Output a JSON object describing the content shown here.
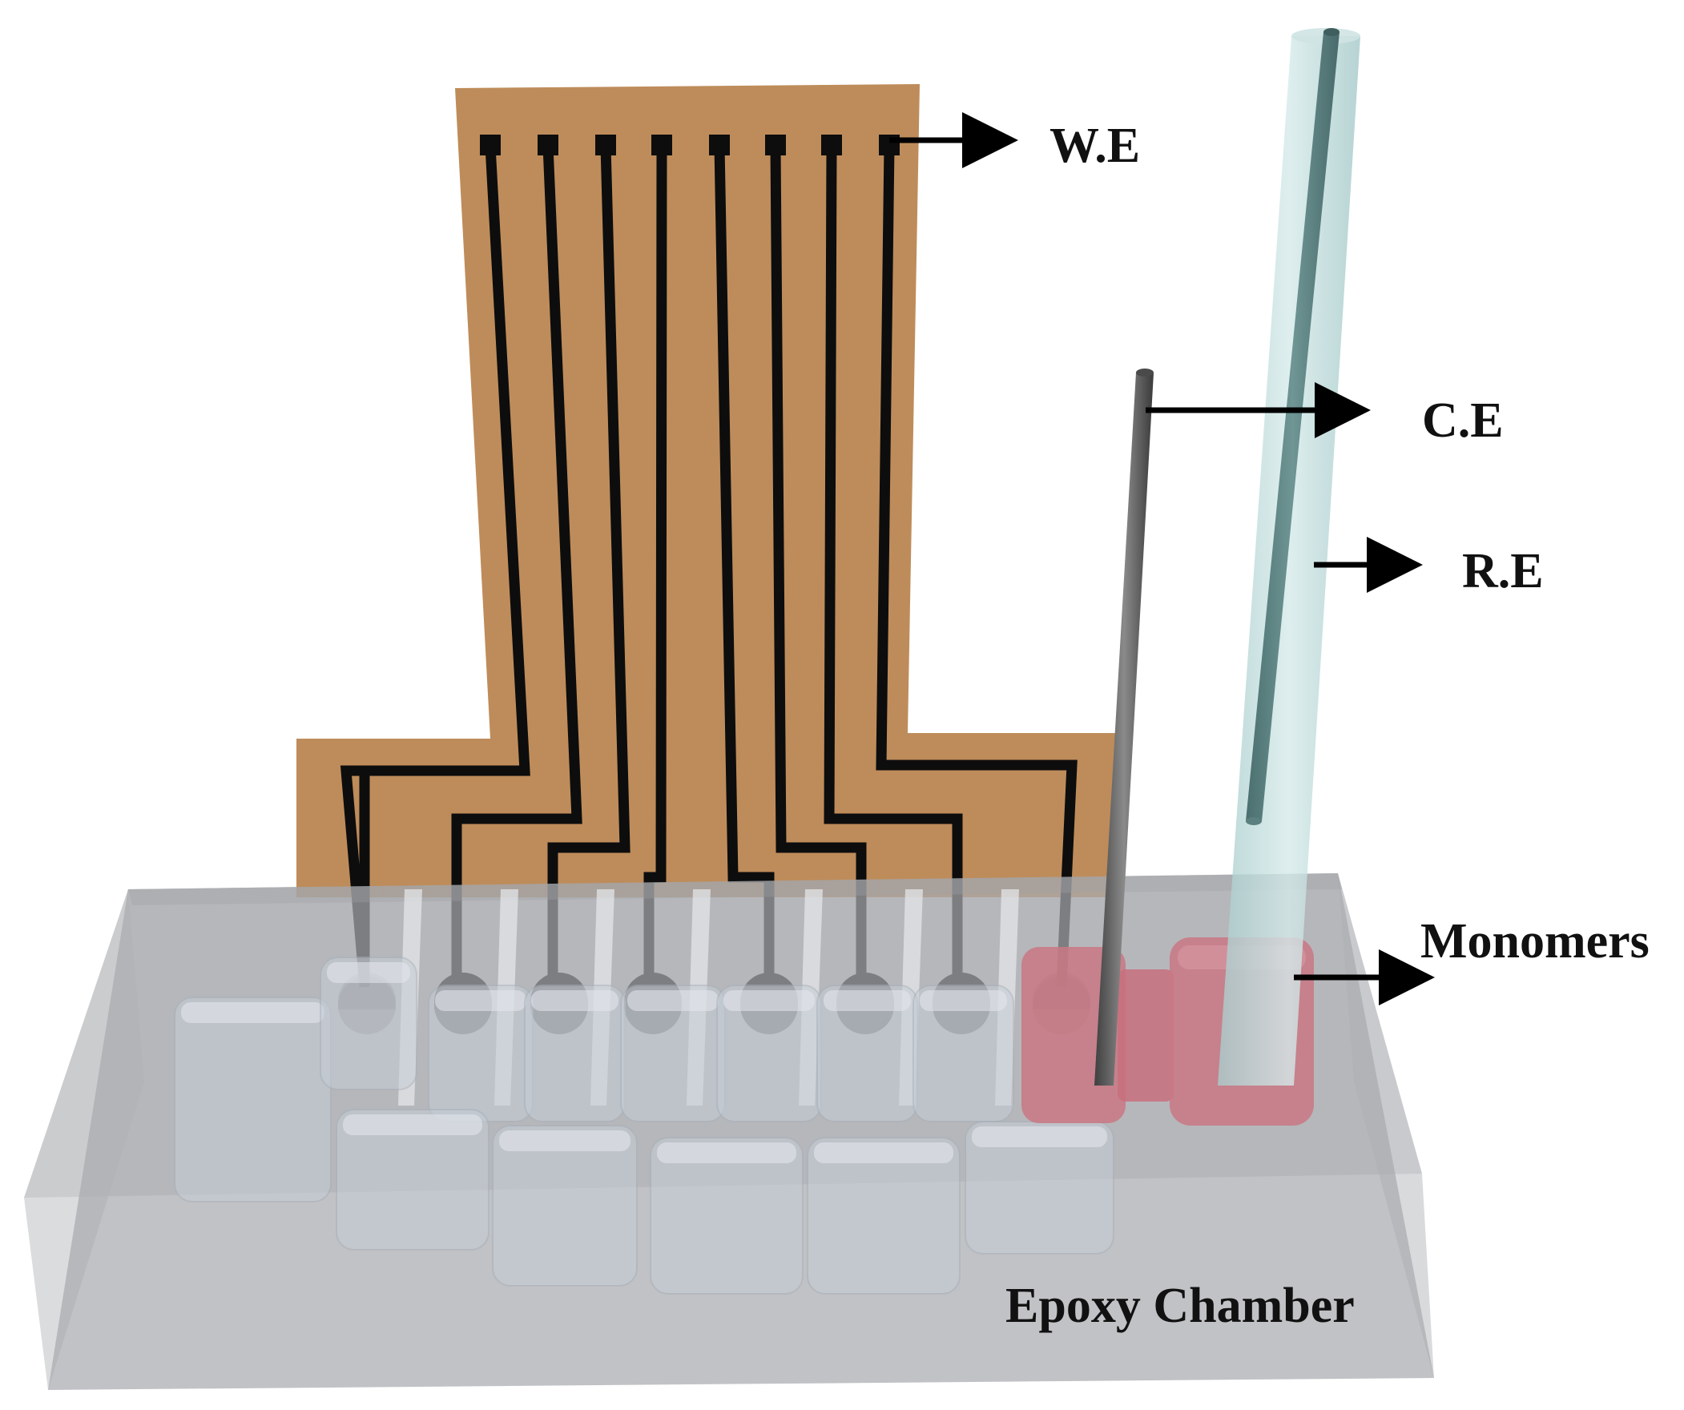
{
  "labels": {
    "working_electrode": "W.E",
    "counter_electrode": "C.E",
    "reference_electrode": "R.E",
    "monomers": "Monomers",
    "epoxy_chamber": "Epoxy Chamber"
  },
  "colors": {
    "pcb": "#be8c5a",
    "trace": "#0d0d0d",
    "chamber": "#b4b6b9",
    "wells": "#c6cdd6",
    "monomer": "#c97884",
    "reference_tube": "#bcd8d8",
    "counter_rod": "#585858",
    "arrow": "#000000"
  },
  "working_electrode_count": 8
}
